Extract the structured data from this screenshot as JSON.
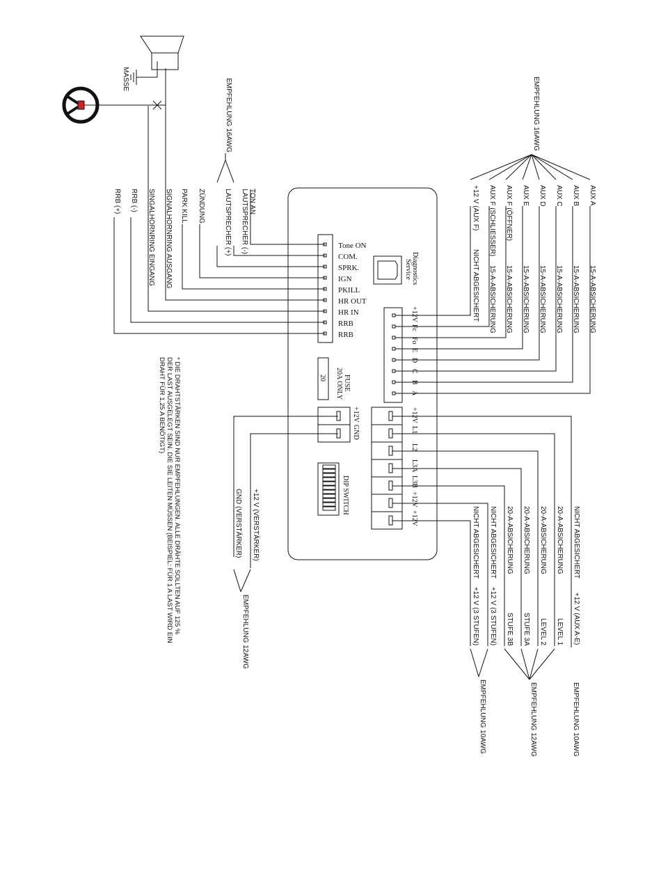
{
  "left_connector": {
    "pins": [
      "Tone ON",
      "COM.",
      "SPRK.",
      "IGN",
      "PKILL",
      "HR OUT",
      "HR IN",
      "RRB",
      "RRB"
    ],
    "wires": [
      "TON AN",
      "LAUTSPRECHER (-)",
      "LAUTSPRECHER (+)",
      "ZÜNDUNG",
      "PARK KILL",
      "SIGNALHORNRING AUSGANG",
      "SINGALHORNRING EINGANG",
      "RRB (-)",
      "RRB (+)"
    ],
    "speaker_gauge": "EMPFEHLUNG 16AWG",
    "ground_label": "MASSE"
  },
  "service_port": {
    "label_line1": "Service",
    "label_line2": "Diagnostics"
  },
  "aux_connector": {
    "pins": [
      "+12V",
      "Fc",
      "Fo",
      "E",
      "D",
      "C",
      "B",
      "A"
    ],
    "wires": [
      {
        "name": "+12 V (AUX F)",
        "fuse": "NICHT ABGESICHERT"
      },
      {
        "name": "AUX F (SCHLIESSER)",
        "fuse": "15-A-ABSICHERUNG"
      },
      {
        "name": "AUX F (ÖFFNER)",
        "fuse": "15-A-ABSICHERUNG"
      },
      {
        "name": "AUX E",
        "fuse": "15-A-ABSICHERUNG"
      },
      {
        "name": "AUX D",
        "fuse": "15-A-ABSICHERUNG"
      },
      {
        "name": "AUX C",
        "fuse": "15-A-ABSICHERUNG"
      },
      {
        "name": "AUX B",
        "fuse": "15-A-ABSICHERUNG"
      },
      {
        "name": "AUX A",
        "fuse": "15-A-ABSICHERUNG"
      }
    ],
    "gauge": "EMPFEHLUNG 16AWG"
  },
  "fuse": {
    "line1": "FUSE",
    "line2": "20A ONLY",
    "value": "20"
  },
  "amp_connector": {
    "pins": [
      "+12V",
      "GND"
    ],
    "wires": [
      "+12 V (VERSTÄRKER)",
      "GND (VERSTÄRKER)"
    ],
    "gauge": "EMPFEHLUNG 12AWG"
  },
  "dip_switch": {
    "label": "DIP SWITCH"
  },
  "power_connector": {
    "pins": [
      "+12V",
      "L1",
      "L2",
      "L3A",
      "L3B",
      "+12V",
      "+12V"
    ],
    "wires": [
      {
        "fuse": "NICHT ABGESICHERT",
        "name": "+12 V (AUX A-E)"
      },
      {
        "fuse": "20-A-ABSICHERUNG",
        "name": "LEVEL 1"
      },
      {
        "fuse": "20-A-ABSICHERUNG",
        "name": "LEVEL 2"
      },
      {
        "fuse": "20-A-ABSICHERUNG",
        "name": "STUFE 3A"
      },
      {
        "fuse": "20-A-ABSICHERUNG",
        "name": "STUFE 3B"
      },
      {
        "fuse": "NICHT ABGESICHERT",
        "name": "+12 V (3 STUFEN)"
      },
      {
        "fuse": "NICHT ABGESICHERT",
        "name": "+12 V (3 STUFEN)"
      }
    ],
    "gauge_10": "EMPFEHLUNG 10AWG",
    "gauge_12": "EMPFEHLUNG 12AWG",
    "gauge_10b": "EMPFEHLUNG 10AWG"
  },
  "note": {
    "line1": "* DIE DRAHTSTÄRKEN SIND NUR EMPFEHLUNGEN. ALLE DRÄHTE SOLLTEN AUF 125 %",
    "line2": "DER LAST AUSGELEGT SEIN. DIE SIE LEITEN MÜSSEN (BEISPIEL: FÜR 1 A LAST WIRD EIN",
    "line3": "DRAHT FÜR 1,25 A BENÖTIGT)"
  }
}
